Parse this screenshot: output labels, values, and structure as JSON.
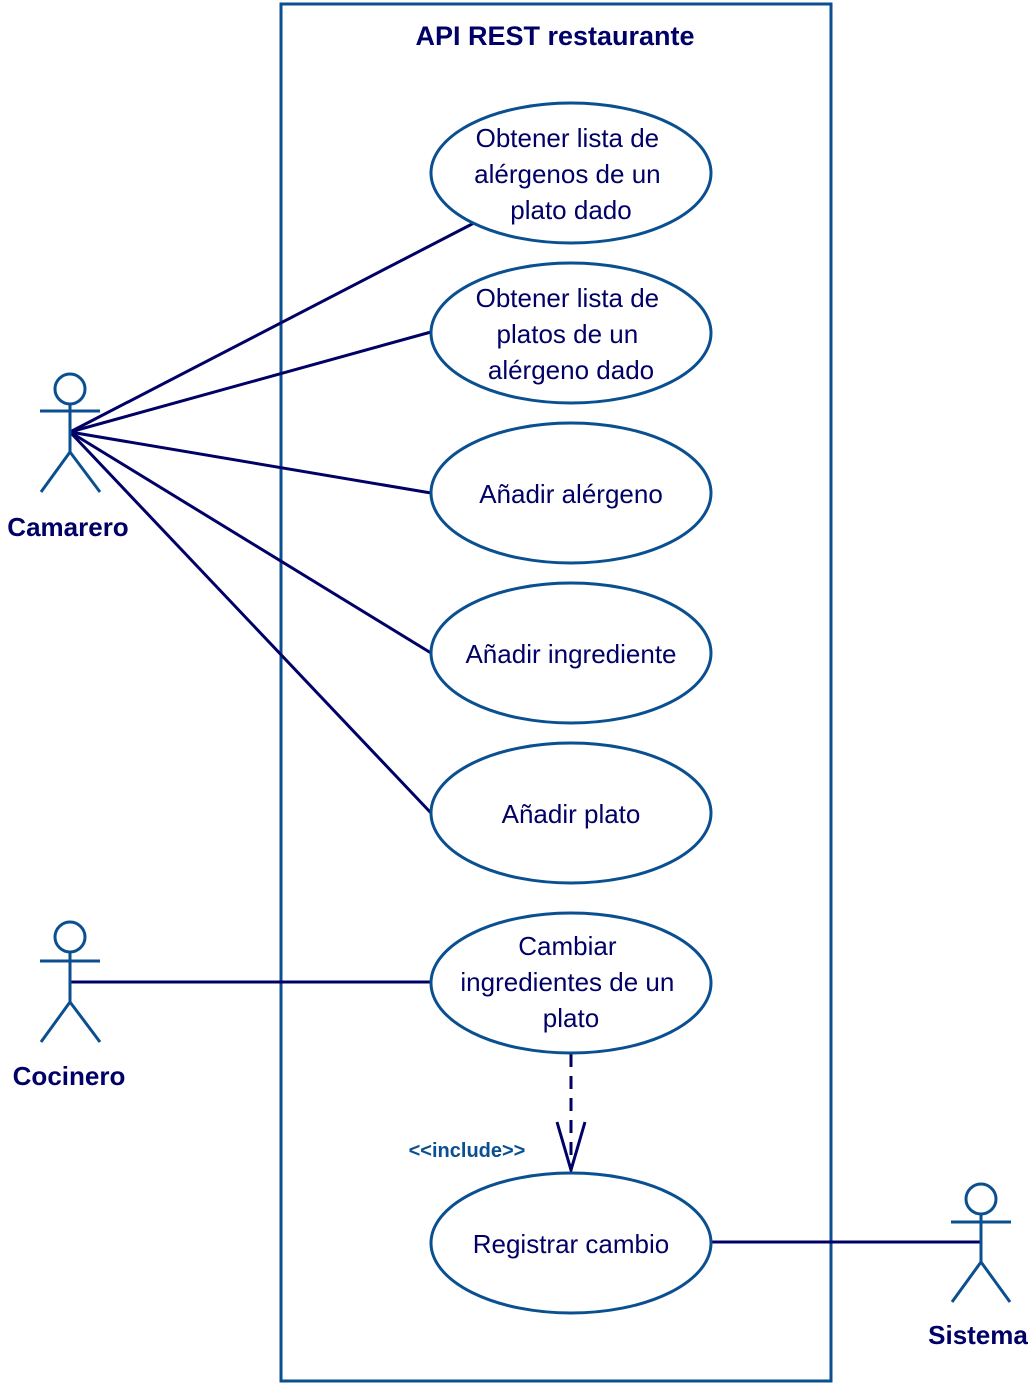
{
  "system": {
    "title": "API REST restaurante"
  },
  "actors": {
    "camarero": "Camarero",
    "cocinero": "Cocinero",
    "sistema": "Sistema"
  },
  "use_cases": {
    "uc1": [
      "Obtener lista de",
      "alérgenos de un",
      "plato dado"
    ],
    "uc2": [
      "Obtener lista de",
      "platos de un",
      "alérgeno dado"
    ],
    "uc3": [
      "Añadir alérgeno"
    ],
    "uc4": [
      "Añadir ingrediente"
    ],
    "uc5": [
      "Añadir plato"
    ],
    "uc6": [
      "Cambiar",
      "ingredientes de un",
      "plato"
    ],
    "uc7": [
      "Registrar cambio"
    ]
  },
  "relations": {
    "include_label": "<<include>>"
  },
  "colors": {
    "line": "#000066",
    "shape": "#0a4f8f",
    "text": "#000066"
  }
}
